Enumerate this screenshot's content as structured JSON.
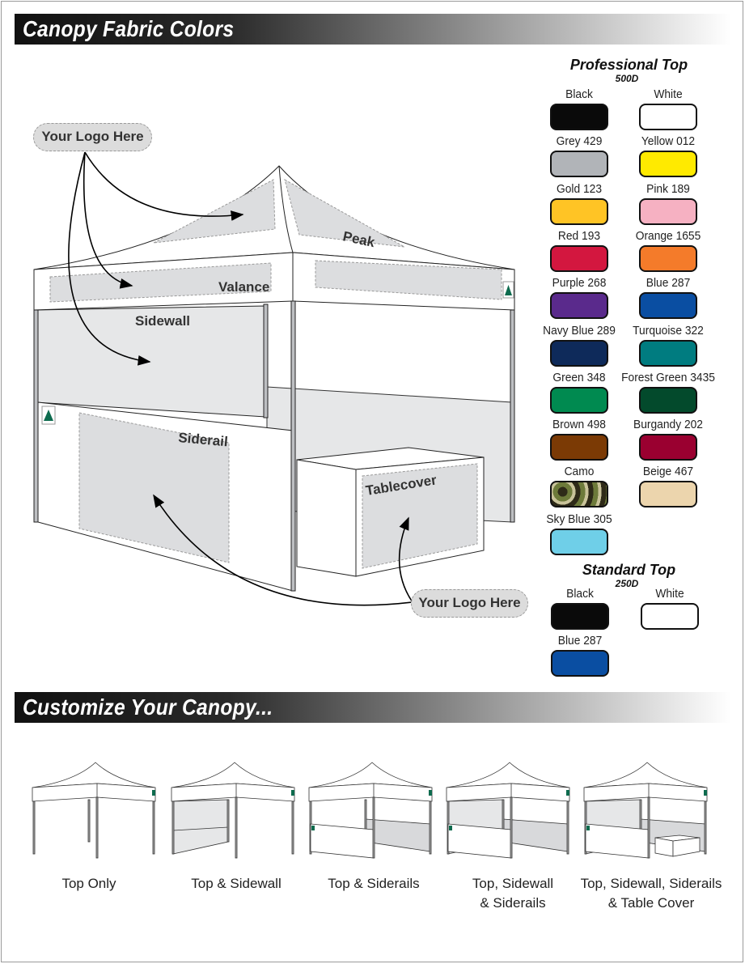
{
  "headers": {
    "fabric_colors": "Canopy Fabric Colors",
    "customize": "Customize Your Canopy..."
  },
  "diagram": {
    "callouts": [
      "Your Logo Here",
      "Your Logo Here"
    ],
    "parts": {
      "peak": "Peak",
      "valance": "Valance",
      "sidewall": "Sidewall",
      "siderail": "Siderail",
      "tablecover": "Tablecover"
    }
  },
  "professional": {
    "title": "Professional Top",
    "subtitle": "500D",
    "colors": [
      {
        "name": "Black",
        "hex": "#0a0a0a"
      },
      {
        "name": "White",
        "hex": "#ffffff"
      },
      {
        "name": "Grey 429",
        "hex": "#b1b4b8"
      },
      {
        "name": "Yellow 012",
        "hex": "#ffea00"
      },
      {
        "name": "Gold 123",
        "hex": "#ffc425"
      },
      {
        "name": "Pink 189",
        "hex": "#f6b1c2"
      },
      {
        "name": "Red 193",
        "hex": "#d3173f"
      },
      {
        "name": "Orange 1655",
        "hex": "#f47b2a"
      },
      {
        "name": "Purple 268",
        "hex": "#5a2a8c"
      },
      {
        "name": "Blue 287",
        "hex": "#0a4ea2"
      },
      {
        "name": "Navy Blue 289",
        "hex": "#0e2a5a"
      },
      {
        "name": "Turquoise 322",
        "hex": "#007c80"
      },
      {
        "name": "Green 348",
        "hex": "#008a50"
      },
      {
        "name": "Forest Green 3435",
        "hex": "#034a2c"
      },
      {
        "name": "Brown 498",
        "hex": "#7b3a05"
      },
      {
        "name": "Burgandy 202",
        "hex": "#9a0030"
      },
      {
        "name": "Camo",
        "hex": "camo"
      },
      {
        "name": "Beige 467",
        "hex": "#ecd5ad"
      },
      {
        "name": "Sky Blue 305",
        "hex": "#6fcfe8"
      }
    ]
  },
  "standard": {
    "title": "Standard Top",
    "subtitle": "250D",
    "colors": [
      {
        "name": "Black",
        "hex": "#0a0a0a"
      },
      {
        "name": "White",
        "hex": "#ffffff"
      },
      {
        "name": "Blue 287",
        "hex": "#0a4ea2"
      }
    ]
  },
  "options": [
    {
      "line1": "Top Only",
      "line2": ""
    },
    {
      "line1": "Top & Sidewall",
      "line2": ""
    },
    {
      "line1": "Top & Siderails",
      "line2": ""
    },
    {
      "line1": "Top, Sidewall",
      "line2": "& Siderails"
    },
    {
      "line1": "Top, Sidewall, Siderails",
      "line2": "& Table Cover"
    }
  ]
}
